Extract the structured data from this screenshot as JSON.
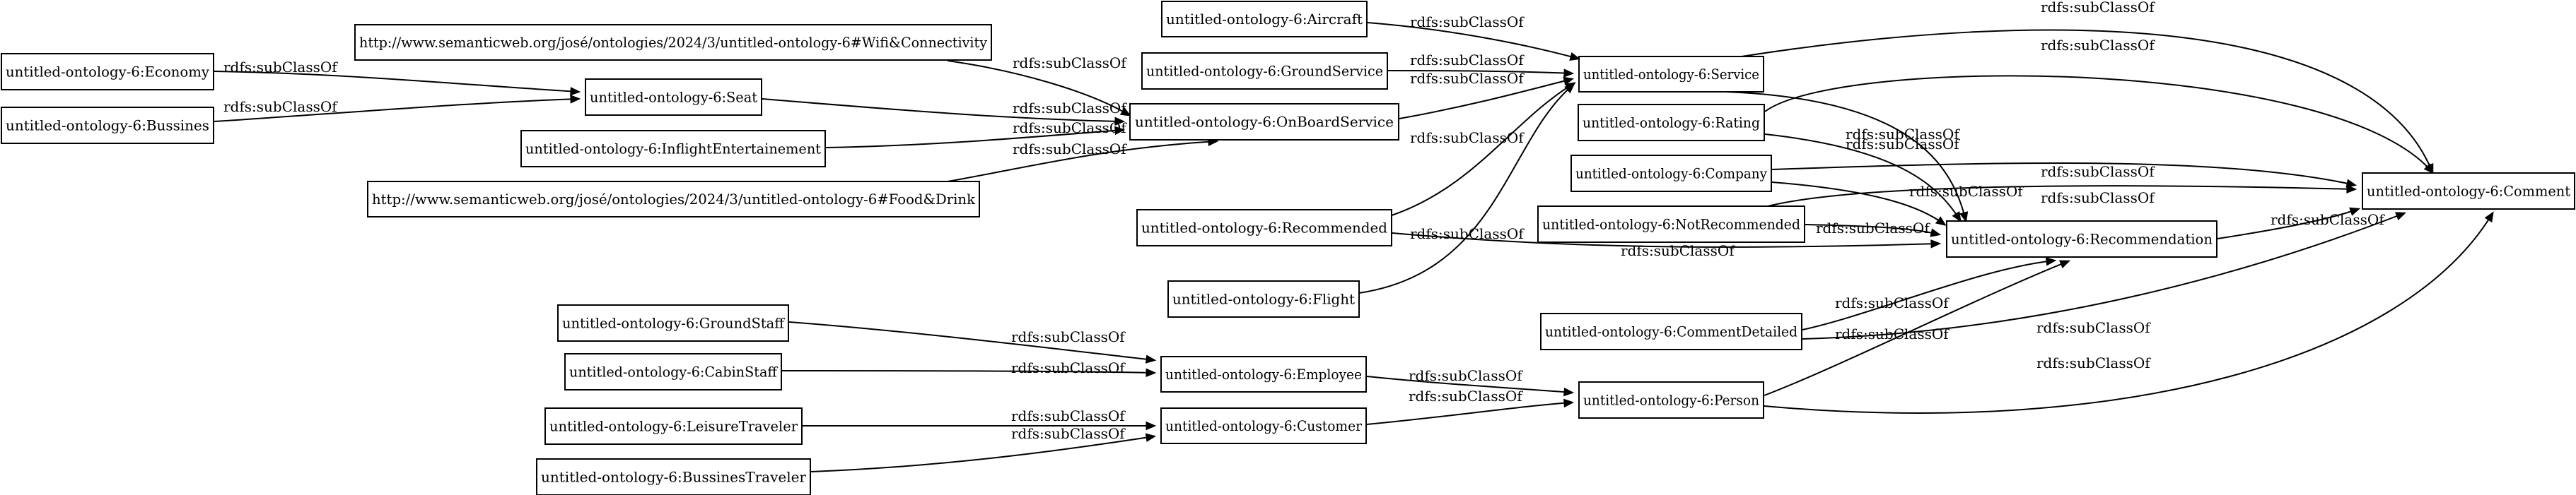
{
  "graph": {
    "nodes": [
      {
        "id": "economy",
        "label": "untitled-ontology-6:Economy"
      },
      {
        "id": "bussines",
        "label": "untitled-ontology-6:Bussines"
      },
      {
        "id": "wifi",
        "label": "http://www.semanticweb.org/josé/ontologies/2024/3/untitled-ontology-6#Wifi&Connectivity"
      },
      {
        "id": "seat",
        "label": "untitled-ontology-6:Seat"
      },
      {
        "id": "inflight",
        "label": "untitled-ontology-6:InflightEntertainement"
      },
      {
        "id": "food",
        "label": "http://www.semanticweb.org/josé/ontologies/2024/3/untitled-ontology-6#Food&Drink"
      },
      {
        "id": "aircraft",
        "label": "untitled-ontology-6:Aircraft"
      },
      {
        "id": "groundservice",
        "label": "untitled-ontology-6:GroundService"
      },
      {
        "id": "onboard",
        "label": "untitled-ontology-6:OnBoardService"
      },
      {
        "id": "recommended",
        "label": "untitled-ontology-6:Recommended"
      },
      {
        "id": "flight",
        "label": "untitled-ontology-6:Flight"
      },
      {
        "id": "service",
        "label": "untitled-ontology-6:Service"
      },
      {
        "id": "rating",
        "label": "untitled-ontology-6:Rating"
      },
      {
        "id": "company",
        "label": "untitled-ontology-6:Company"
      },
      {
        "id": "notrecommended",
        "label": "untitled-ontology-6:NotRecommended"
      },
      {
        "id": "recommendation",
        "label": "untitled-ontology-6:Recommendation"
      },
      {
        "id": "comment",
        "label": "untitled-ontology-6:Comment"
      },
      {
        "id": "commentdetailed",
        "label": "untitled-ontology-6:CommentDetailed"
      },
      {
        "id": "groundstaff",
        "label": "untitled-ontology-6:GroundStaff"
      },
      {
        "id": "cabinstaff",
        "label": "untitled-ontology-6:CabinStaff"
      },
      {
        "id": "employee",
        "label": "untitled-ontology-6:Employee"
      },
      {
        "id": "leisure",
        "label": "untitled-ontology-6:LeisureTraveler"
      },
      {
        "id": "businesstraveler",
        "label": "untitled-ontology-6:BussinesTraveler"
      },
      {
        "id": "customer",
        "label": "untitled-ontology-6:Customer"
      },
      {
        "id": "person",
        "label": "untitled-ontology-6:Person"
      }
    ],
    "edges": [
      {
        "from": "economy",
        "to": "seat",
        "label": "rdfs:subClassOf"
      },
      {
        "from": "bussines",
        "to": "seat",
        "label": "rdfs:subClassOf"
      },
      {
        "from": "wifi",
        "to": "onboard",
        "label": "rdfs:subClassOf"
      },
      {
        "from": "seat",
        "to": "onboard",
        "label": "rdfs:subClassOf"
      },
      {
        "from": "inflight",
        "to": "onboard",
        "label": "rdfs:subClassOf"
      },
      {
        "from": "food",
        "to": "onboard",
        "label": "rdfs:subClassOf"
      },
      {
        "from": "aircraft",
        "to": "service",
        "label": "rdfs:subClassOf"
      },
      {
        "from": "groundservice",
        "to": "service",
        "label": "rdfs:subClassOf"
      },
      {
        "from": "onboard",
        "to": "service",
        "label": "rdfs:subClassOf"
      },
      {
        "from": "recommended",
        "to": "service",
        "label": "rdfs:subClassOf"
      },
      {
        "from": "flight",
        "to": "service",
        "label": "rdfs:subClassOf"
      },
      {
        "from": "service",
        "to": "comment",
        "label": "rdfs:subClassOf"
      },
      {
        "from": "service",
        "to": "recommendation",
        "label": "rdfs:subClassOf"
      },
      {
        "from": "rating",
        "to": "comment",
        "label": "rdfs:subClassOf"
      },
      {
        "from": "rating",
        "to": "recommendation",
        "label": "rdfs:subClassOf"
      },
      {
        "from": "company",
        "to": "comment",
        "label": "rdfs:subClassOf"
      },
      {
        "from": "company",
        "to": "recommendation",
        "label": "rdfs:subClassOf"
      },
      {
        "from": "notrecommended",
        "to": "comment",
        "label": "rdfs:subClassOf"
      },
      {
        "from": "notrecommended",
        "to": "recommendation",
        "label": "rdfs:subClassOf"
      },
      {
        "from": "recommended",
        "to": "recommendation",
        "label": "rdfs:subClassOf"
      },
      {
        "from": "recommendation",
        "to": "comment",
        "label": "rdfs:subClassOf"
      },
      {
        "from": "commentdetailed",
        "to": "recommendation",
        "label": "rdfs:subClassOf"
      },
      {
        "from": "commentdetailed",
        "to": "comment",
        "label": "rdfs:subClassOf"
      },
      {
        "from": "person",
        "to": "recommendation",
        "label": "rdfs:subClassOf"
      },
      {
        "from": "person",
        "to": "comment",
        "label": "rdfs:subClassOf"
      },
      {
        "from": "groundstaff",
        "to": "employee",
        "label": "rdfs:subClassOf"
      },
      {
        "from": "cabinstaff",
        "to": "employee",
        "label": "rdfs:subClassOf"
      },
      {
        "from": "employee",
        "to": "person",
        "label": "rdfs:subClassOf"
      },
      {
        "from": "leisure",
        "to": "customer",
        "label": "rdfs:subClassOf"
      },
      {
        "from": "businesstraveler",
        "to": "customer",
        "label": "rdfs:subClassOf"
      },
      {
        "from": "customer",
        "to": "person",
        "label": "rdfs:subClassOf"
      }
    ]
  }
}
